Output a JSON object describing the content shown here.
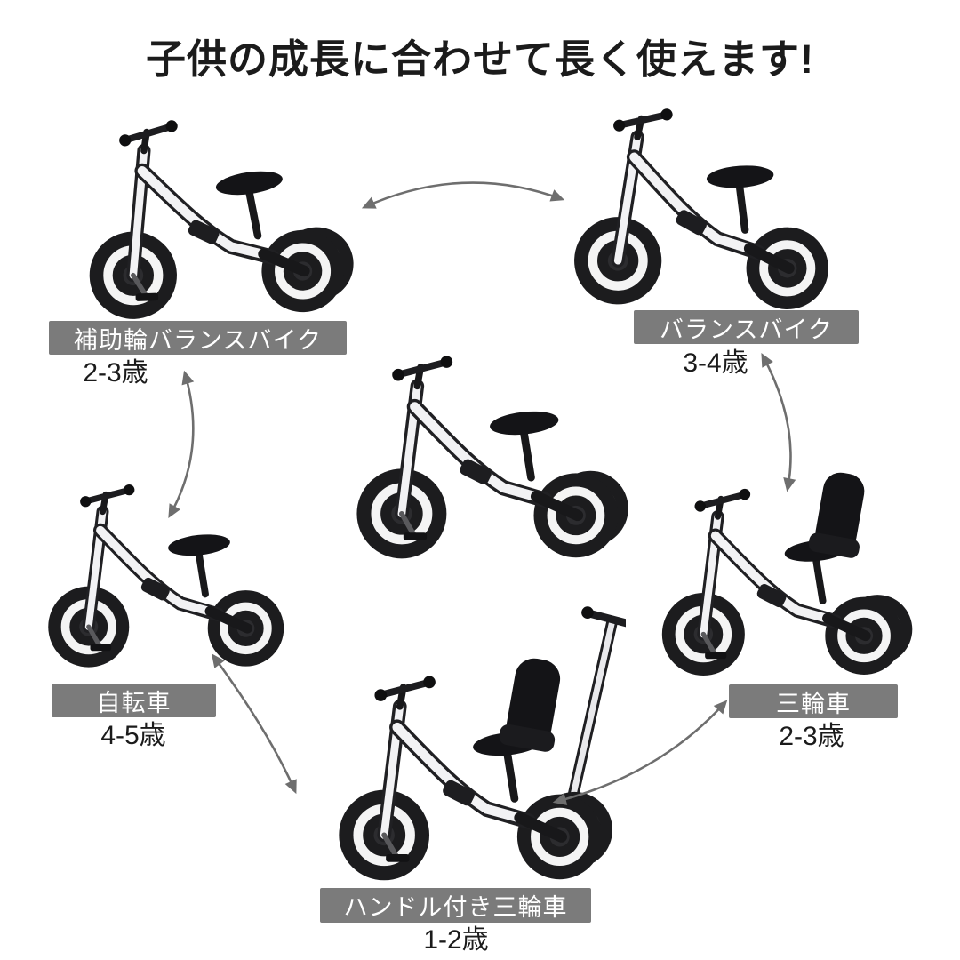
{
  "page": {
    "title": "子供の成長に合わせて長く使えます!"
  },
  "modes": [
    {
      "label": "補助輪バランスバイク",
      "age": "2-3歳"
    },
    {
      "label": "バランスバイク",
      "age": "3-4歳"
    },
    {
      "label": "自転車",
      "age": "4-5歳"
    },
    {
      "label": "三輪車",
      "age": "2-3歳"
    },
    {
      "label": "ハンドル付き三輪車",
      "age": "1-2歳"
    }
  ],
  "colors": {
    "background": "#ffffff",
    "label_background": "#7b7b7b",
    "label_text": "#ffffff",
    "title_text": "#1b1b1b",
    "age_text": "#1b1b1b",
    "arrow": "#6e6e6e",
    "bike_frame": "#f2f2f4",
    "bike_parts": "#1c1c1e"
  }
}
